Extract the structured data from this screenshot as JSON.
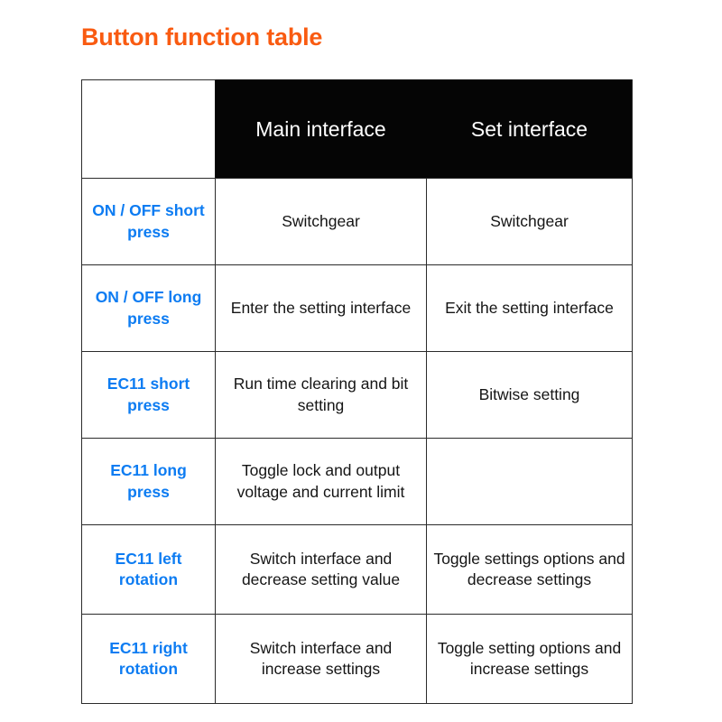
{
  "page": {
    "title": "Button function table",
    "title_color": "#f95b11",
    "label_color": "#0d7cf2",
    "header_bg": "#050505",
    "header_text_color": "#ffffff",
    "body_text_color": "#151515",
    "border_color": "#2b2b2b",
    "background": "#ffffff"
  },
  "table": {
    "columns": [
      {
        "key": "action",
        "label": ""
      },
      {
        "key": "main",
        "label": "Main interface"
      },
      {
        "key": "set",
        "label": "Set interface"
      }
    ],
    "rows": [
      {
        "action": "ON / OFF short press",
        "main": "Switchgear",
        "set": "Switchgear"
      },
      {
        "action": "ON / OFF long press",
        "main": "Enter the setting interface",
        "set": "Exit the setting interface"
      },
      {
        "action": "EC11 short press",
        "main": "Run time clearing and bit setting",
        "set": "Bitwise setting"
      },
      {
        "action": "EC11 long press",
        "main": "Toggle lock and output voltage and current limit",
        "set": ""
      },
      {
        "action": "EC11 left rotation",
        "main": "Switch interface and decrease setting value",
        "set": "Toggle settings options and decrease settings"
      },
      {
        "action": "EC11 right rotation",
        "main": "Switch interface and increase settings",
        "set": "Toggle setting options and increase settings"
      }
    ]
  }
}
